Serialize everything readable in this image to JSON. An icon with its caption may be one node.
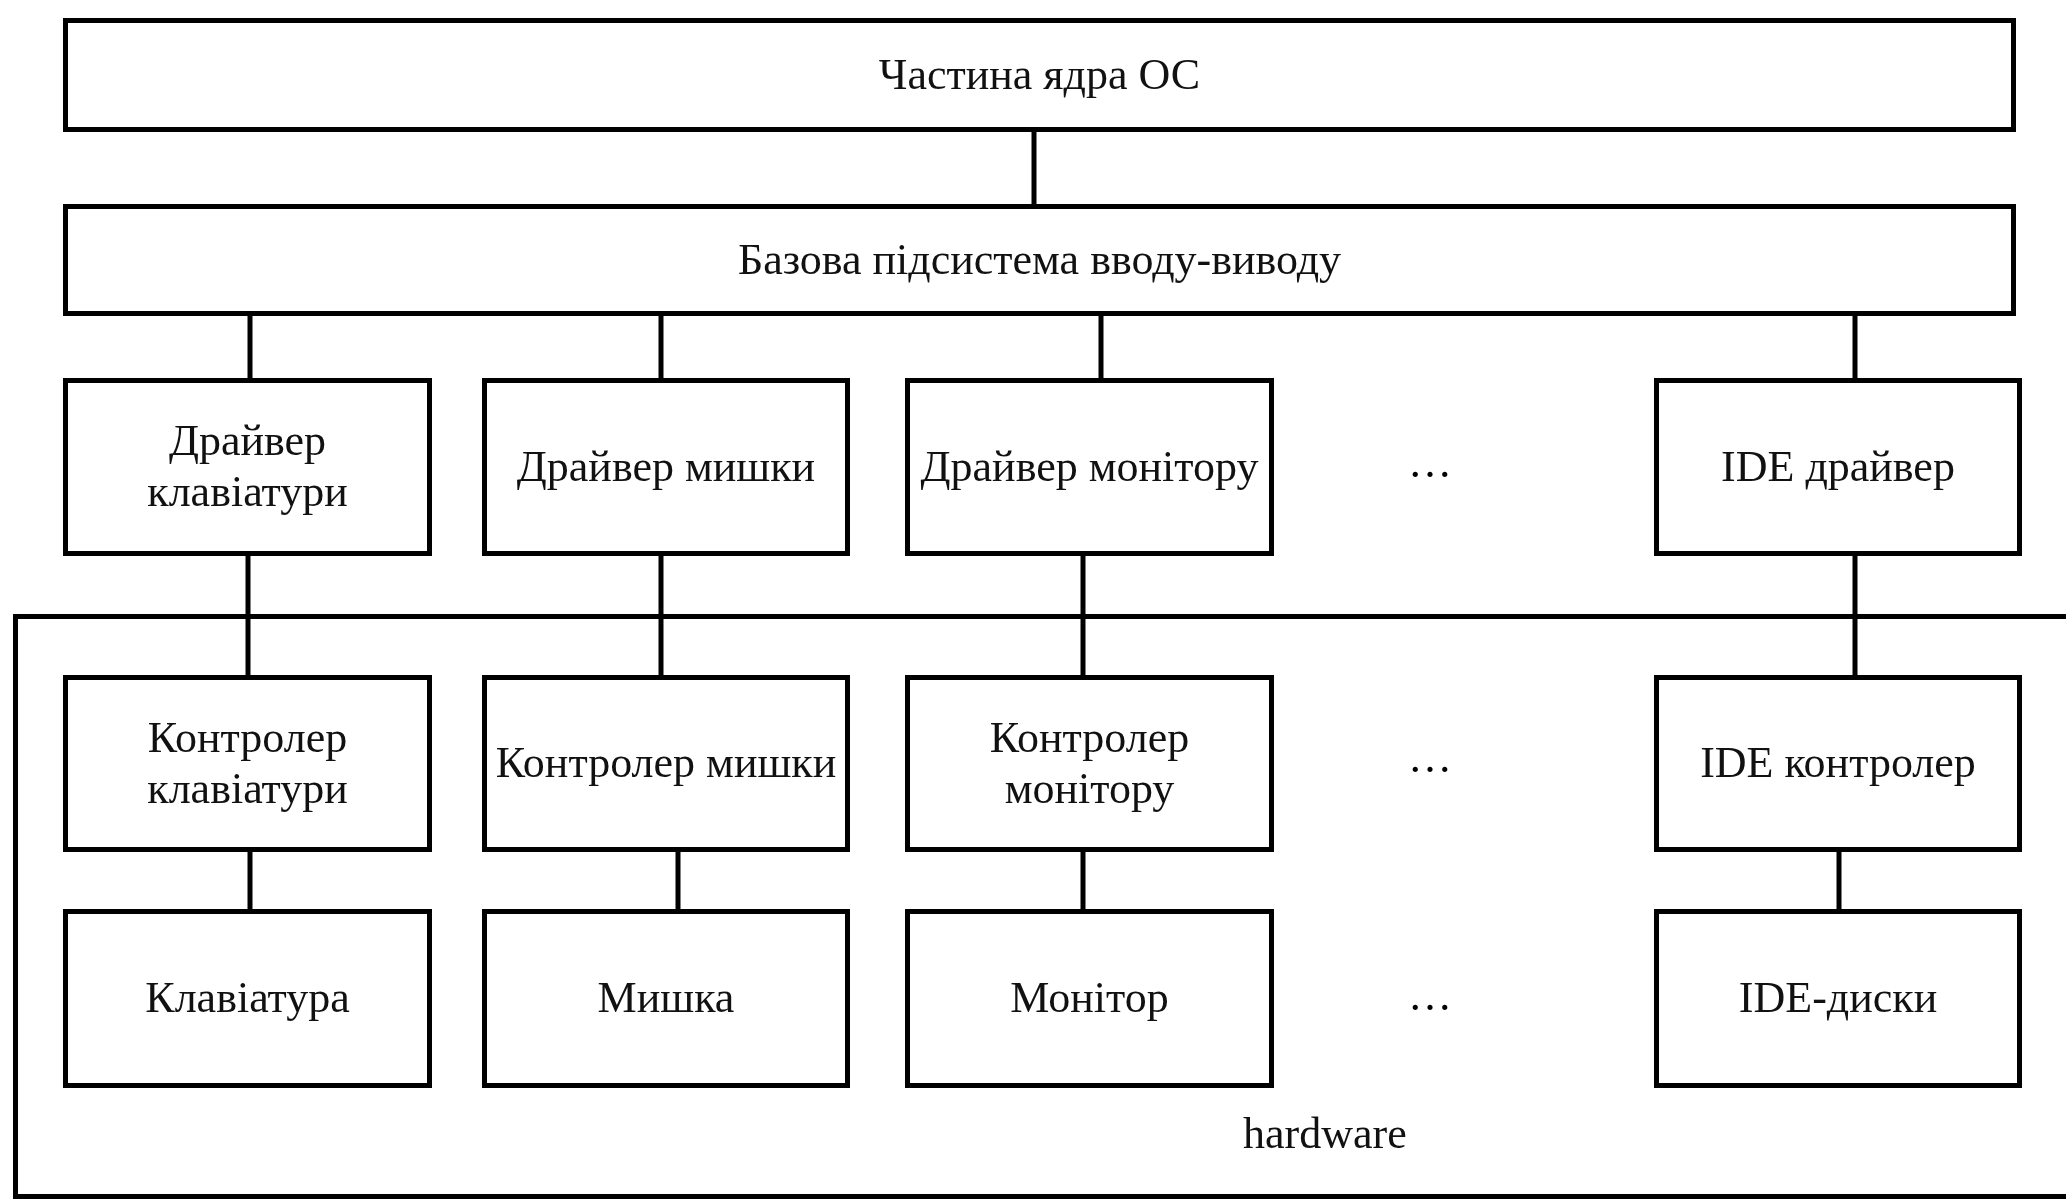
{
  "diagram": {
    "nodes": [
      {
        "text": [
          "Частина ядра ОС"
        ]
      },
      {
        "text": [
          "Базова підсистема вводу-виводу"
        ]
      },
      {
        "text": [
          "Драйвер клавіатури"
        ]
      },
      {
        "text": [
          "Драйвер мишки"
        ]
      },
      {
        "text": [
          "Драйвер монітору"
        ]
      },
      {
        "text": [
          "IDE драйвер"
        ]
      },
      {
        "text": [
          "hardware"
        ]
      },
      {
        "text": [
          "Контролер клавіатури"
        ],
        "in": 6
      },
      {
        "text": [
          "Контролер мишки"
        ],
        "in": 6
      },
      {
        "text": [
          "Контролер монітору"
        ],
        "in": 6
      },
      {
        "text": [
          "IDE контролер"
        ],
        "in": 6
      },
      {
        "text": [
          "Клавіатура"
        ],
        "in": 6
      },
      {
        "text": [
          "Мишка"
        ],
        "in": 6
      },
      {
        "text": [
          "Монітор"
        ],
        "in": 6
      },
      {
        "text": [
          "IDE-диски"
        ],
        "in": 6
      }
    ],
    "edges": [
      {
        "from": 0,
        "to": 1,
        "arrow": "none"
      },
      {
        "from": 1,
        "to": 2,
        "arrow": "none"
      },
      {
        "from": 1,
        "to": 3,
        "arrow": "none"
      },
      {
        "from": 1,
        "to": 4,
        "arrow": "none"
      },
      {
        "from": 1,
        "to": 5,
        "arrow": "none"
      },
      {
        "from": 2,
        "to": 7,
        "arrow": "none"
      },
      {
        "from": 3,
        "to": 8,
        "arrow": "none"
      },
      {
        "from": 4,
        "to": 9,
        "arrow": "none"
      },
      {
        "from": 5,
        "to": 10,
        "arrow": "none"
      },
      {
        "from": 7,
        "to": 11,
        "arrow": "none"
      },
      {
        "from": 8,
        "to": 12,
        "arrow": "none"
      },
      {
        "from": 9,
        "to": 13,
        "arrow": "none"
      },
      {
        "from": 10,
        "to": 14,
        "arrow": "none"
      }
    ],
    "labels": [
      "…",
      "…",
      "…"
    ]
  }
}
